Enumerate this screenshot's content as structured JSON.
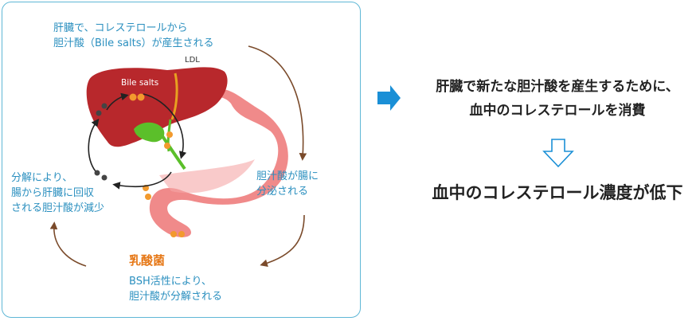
{
  "diagram": {
    "label_liver_production": [
      "肝臓で、コレステロールから",
      "胆汁酸（Bile salts）が産生される"
    ],
    "label_ldl": "LDL",
    "label_bile_salts": "Bile salts",
    "label_secretion": [
      "胆汁酸が腸に",
      "分泌される"
    ],
    "label_reabsorption": [
      "分解により、",
      "腸から肝臓に回収",
      "される胆汁酸が減少"
    ],
    "label_lactic_bacteria": "乳酸菌",
    "label_bsh": [
      "BSH活性により、",
      "胆汁酸が分解される"
    ]
  },
  "result": {
    "text1": [
      "肝臓で新たな胆汁酸を産生するために、",
      "血中のコレステロールを消費"
    ],
    "text2": "血中のコレステロール濃度が低下"
  },
  "colors": {
    "border": "#5fb7d6",
    "label_blue": "#2a8fbf",
    "orange": "#e67817",
    "liver": "#b8282c",
    "stomach": "#f08a8a",
    "gallbladder": "#5bbf2a",
    "arrow_brown": "#7a4a2a",
    "arrow_blue": "#1a8fd6"
  }
}
